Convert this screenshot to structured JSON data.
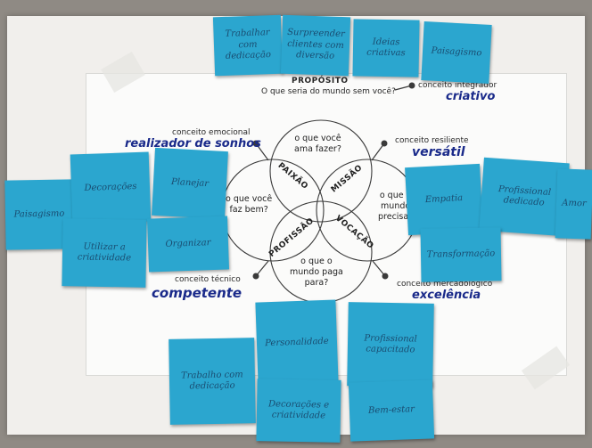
{
  "poster": {
    "purpose_title": "PROPÓSITO",
    "purpose_question": "O que seria do mundo sem você?",
    "purpose_concept": "conceito integrador",
    "purpose_word": "criativo",
    "center_label": "○",
    "circles": {
      "top": "o que você\nama fazer?",
      "left": "o que você\nfaz bem?",
      "right": "o que o\nmundo\nprecisa?",
      "bottom": "o que o\nmundo paga\npara?"
    },
    "intersections": {
      "paixao": "PAIXÃO",
      "missao": "MISSÃO",
      "profissao": "PROFISSÃO",
      "vocacao": "VOCAÇÃO"
    },
    "concepts": {
      "emotional": "conceito emocional",
      "emotional_word": "realizador de sonhos",
      "resilient": "conceito resiliente",
      "resilient_word": "versátil",
      "technical": "conceito técnico",
      "technical_word": "competente",
      "market": "conceito mercadológico",
      "market_word": "excelência"
    }
  },
  "notes": {
    "top_1": "Trabalhar com dedicação",
    "top_2": "Surpreender clientes com diversão",
    "top_3": "Ideias criativas",
    "top_4": "Paisagismo",
    "left_1": "Paisagismo",
    "left_2": "Decorações",
    "left_3": "Planejar",
    "left_4": "Utilizar a criatividade",
    "left_5": "Organizar",
    "right_1": "Empatia",
    "right_2": "Profissional dedicado",
    "right_3": "Amor",
    "right_4": "Transformação",
    "bottom_1": "Trabalho com dedicação",
    "bottom_2": "Personalidade",
    "bottom_3": "Profissional capacitado",
    "bottom_4": "Decorações e criatividade",
    "bottom_5": "Bem-estar"
  },
  "colors": {
    "sticky_note": "#2ba6cf",
    "marker_ink": "#1a2a8a"
  }
}
